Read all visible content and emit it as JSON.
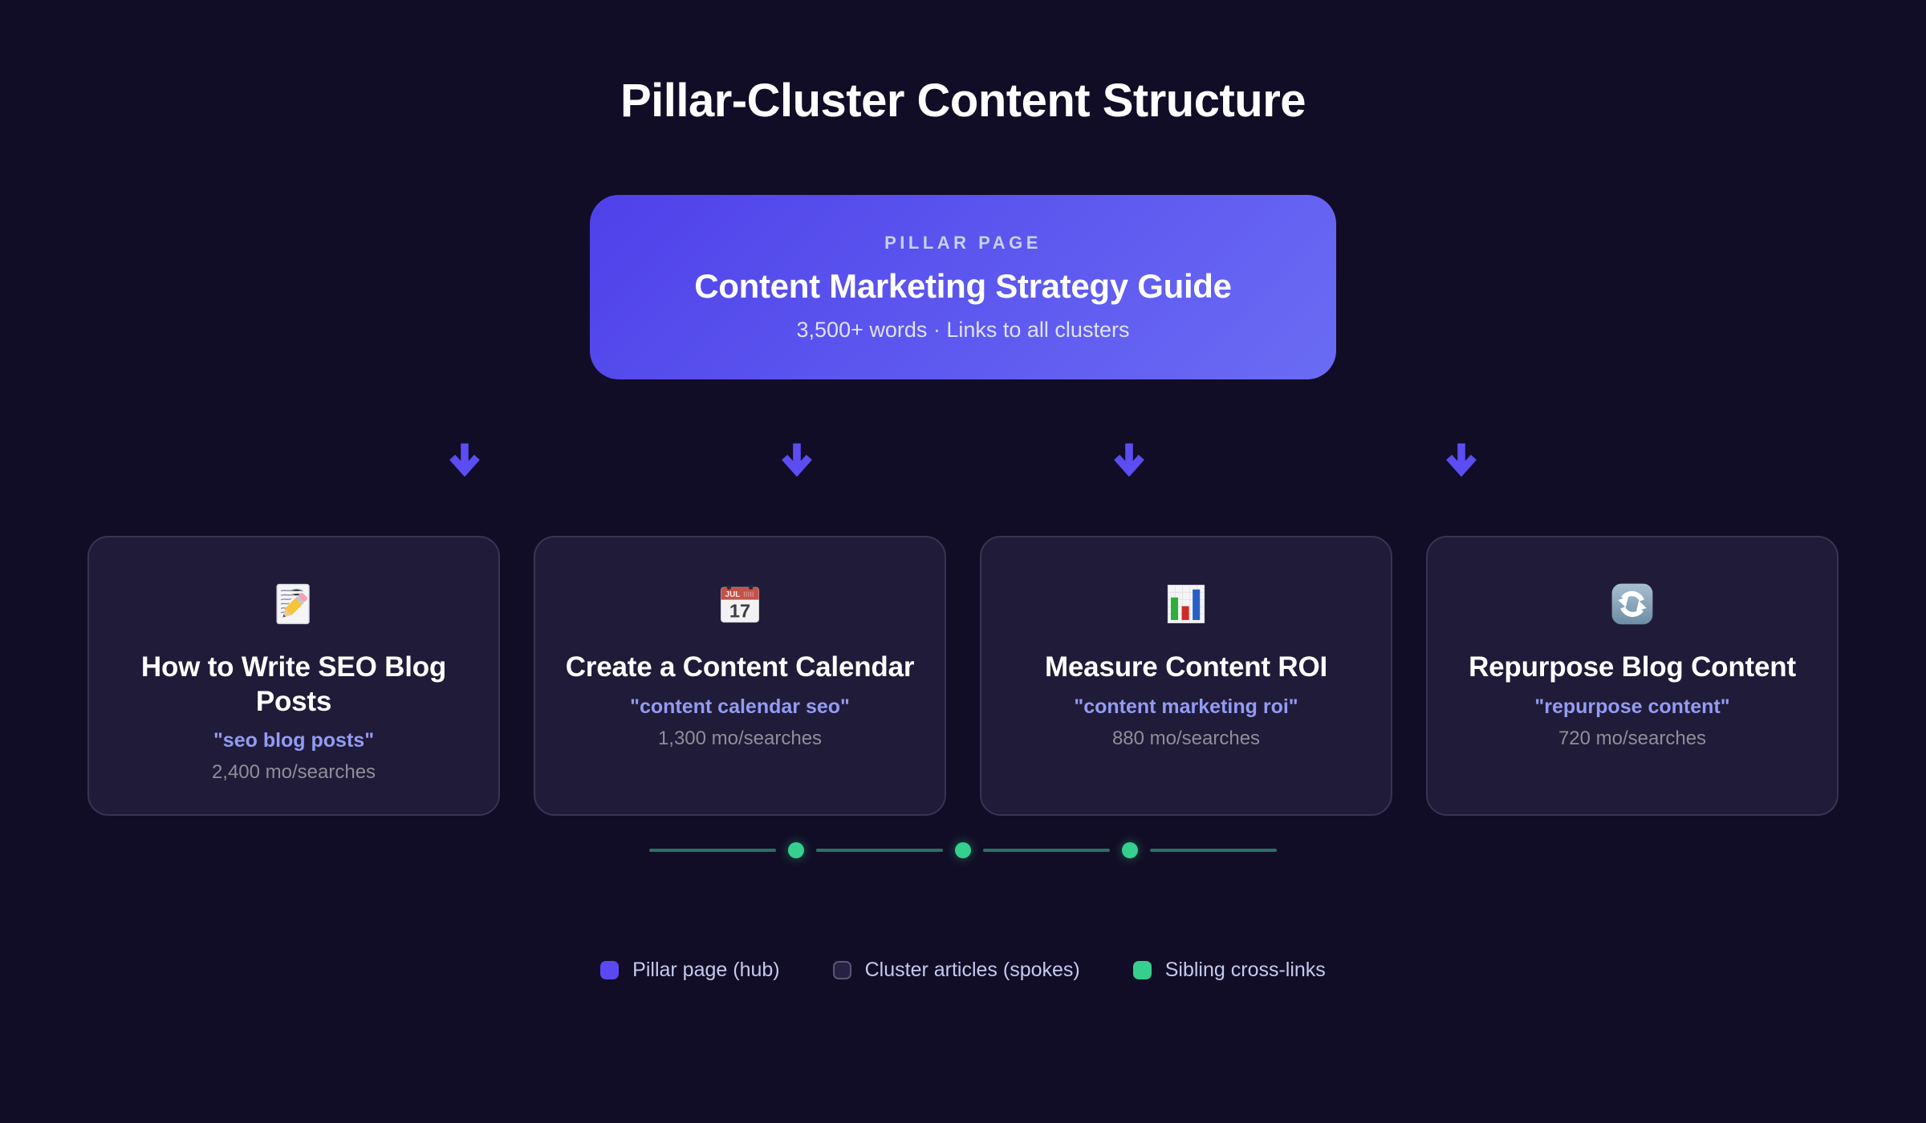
{
  "page": {
    "title": "Pillar-Cluster Content Structure",
    "background": "#120d26"
  },
  "pillar": {
    "label": "PILLAR PAGE",
    "title": "Content Marketing Strategy Guide",
    "subtitle": "3,500+ words · Links to all clusters",
    "gradient_start": "#4f41ea",
    "gradient_end": "#6a6cf4"
  },
  "arrows": {
    "icon": "arrow-down-icon",
    "count": 4,
    "color": "#5b4df2"
  },
  "cards": [
    {
      "icon": "memo-icon",
      "title": "How to Write SEO Blog Posts",
      "keyword": "\"seo blog posts\"",
      "volume": "2,400 mo/searches"
    },
    {
      "icon": "calendar-icon",
      "calendar_month": "JUL",
      "calendar_day": "17",
      "title": "Create a Content Calendar",
      "keyword": "\"content calendar seo\"",
      "volume": "1,300 mo/searches"
    },
    {
      "icon": "bar-chart-icon",
      "title": "Measure Content ROI",
      "keyword": "\"content marketing roi\"",
      "volume": "880 mo/searches"
    },
    {
      "icon": "repurpose-icon",
      "title": "Repurpose Blog Content",
      "keyword": "\"repurpose content\"",
      "volume": "720 mo/searches"
    }
  ],
  "cross_links": {
    "line_color": "#2c7164",
    "dot_color": "#35d08e",
    "dot_count": 3
  },
  "legend": [
    {
      "label": "Pillar page (hub)",
      "color": "#5a49f2"
    },
    {
      "label": "Cluster articles (spokes)",
      "color": "#272143",
      "border_color": "#5b5575"
    },
    {
      "label": "Sibling cross-links",
      "color": "#35d08e"
    }
  ]
}
